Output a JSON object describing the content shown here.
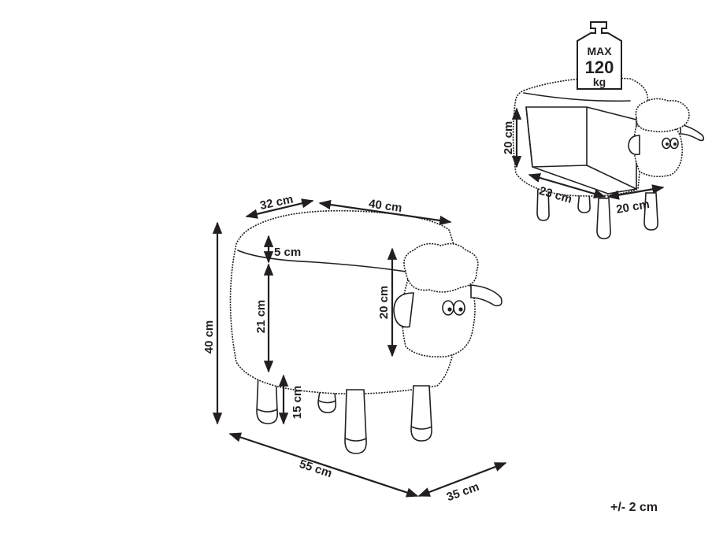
{
  "main_view": {
    "top_depth": "32 cm",
    "top_length": "40 cm",
    "lid_height": "5 cm",
    "body_height": "21 cm",
    "total_height": "40 cm",
    "head_height": "20 cm",
    "leg_height": "15 cm",
    "base_length": "55 cm",
    "base_depth": "35 cm"
  },
  "storage_view": {
    "max_load_top": "MAX",
    "max_load_value": "120",
    "max_load_unit": "kg",
    "inner_height": "20 cm",
    "inner_length": "23 cm",
    "inner_depth": "20 cm"
  },
  "tolerance": "+/- 2 cm",
  "colors": {
    "line": "#231f20",
    "background": "#ffffff"
  }
}
